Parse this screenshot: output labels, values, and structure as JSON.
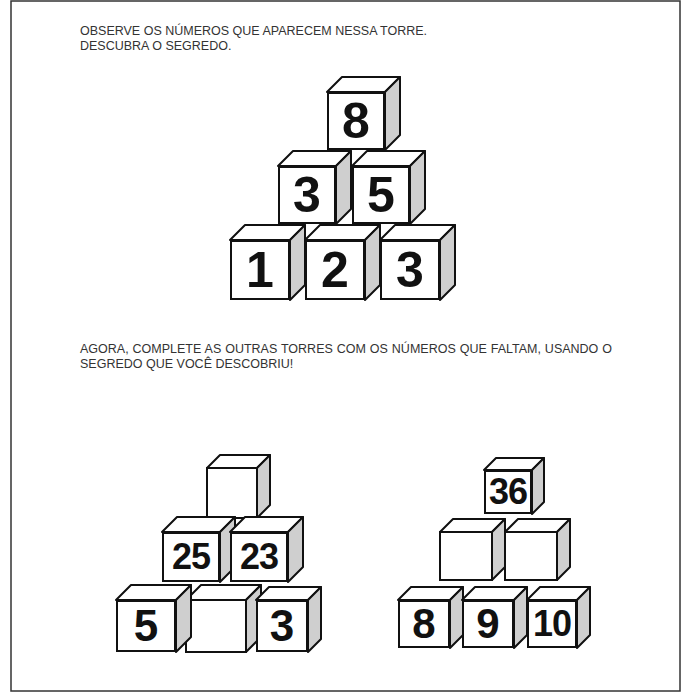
{
  "diagram": {
    "nodes": [
      {
        "text": [
          "8"
        ]
      },
      {
        "text": [
          "3"
        ]
      },
      {
        "text": [
          "5"
        ]
      },
      {
        "text": [
          "1"
        ]
      },
      {
        "text": [
          "2"
        ]
      },
      {
        "text": [
          "3"
        ]
      },
      {
        "text": [
          "25"
        ]
      },
      {
        "text": [
          "23"
        ]
      },
      {
        "text": [
          "5"
        ]
      },
      {
        "text": [
          "3"
        ]
      },
      {
        "text": [
          "36"
        ]
      },
      {
        "text": [
          "8"
        ]
      },
      {
        "text": [
          "9"
        ]
      },
      {
        "text": [
          "10"
        ]
      }
    ],
    "labels": [
      "OBSERVE OS NÚMEROS QUE APARECEM NESSA TORRE.",
      "DESCUBRA O SEGREDO.",
      "AGORA, COMPLETE AS OUTRAS TORRES COM OS NÚMEROS QUE FALTAM, USANDO O SEGREDO QUE VOCÊ DESCOBRIU!"
    ]
  }
}
